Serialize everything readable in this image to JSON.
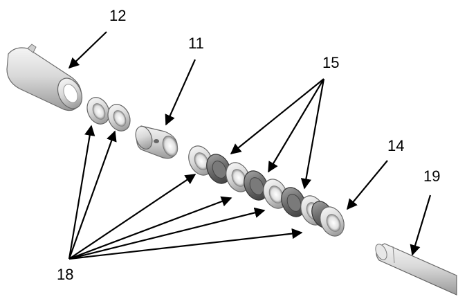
{
  "diagram": {
    "callouts": {
      "part_12": "12",
      "part_11": "11",
      "part_15": "15",
      "part_14": "14",
      "part_19": "19",
      "part_18": "18"
    },
    "parts": [
      {
        "id": "12",
        "kind": "sleeve"
      },
      {
        "id": "11",
        "kind": "spacer"
      },
      {
        "id": "15",
        "kind": "packing-ring",
        "count": 4
      },
      {
        "id": "18",
        "kind": "gland-ring",
        "count": 6
      },
      {
        "id": "14",
        "kind": "end-ring"
      },
      {
        "id": "19",
        "kind": "rod"
      }
    ],
    "colors": {
      "part_light": "#e6e6e6",
      "part_dark": "#6e6e6e",
      "outline": "#555555",
      "leader": "#000000"
    }
  }
}
